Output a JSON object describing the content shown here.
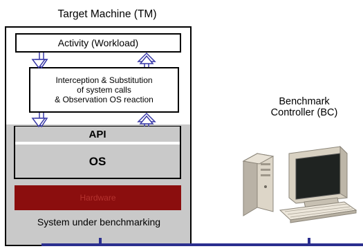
{
  "target_machine": {
    "title": "Target Machine (TM)",
    "activity_label": "Activity (Workload)",
    "interception_lines": [
      "Interception & Substitution",
      "of system calls",
      "& Observation OS reaction"
    ],
    "api_label": "API",
    "os_label": "OS",
    "hardware_label": "Hardware",
    "system_label": "System under benchmarking"
  },
  "benchmark_controller": {
    "label_lines": [
      "Benchmark",
      "Controller (BC)"
    ]
  },
  "colors": {
    "arrow_blue": "#3a3aa8",
    "network_blue": "#2b2f8f",
    "hardware_red": "#8b0e0e",
    "grey_zone": "#c9c9c9"
  }
}
